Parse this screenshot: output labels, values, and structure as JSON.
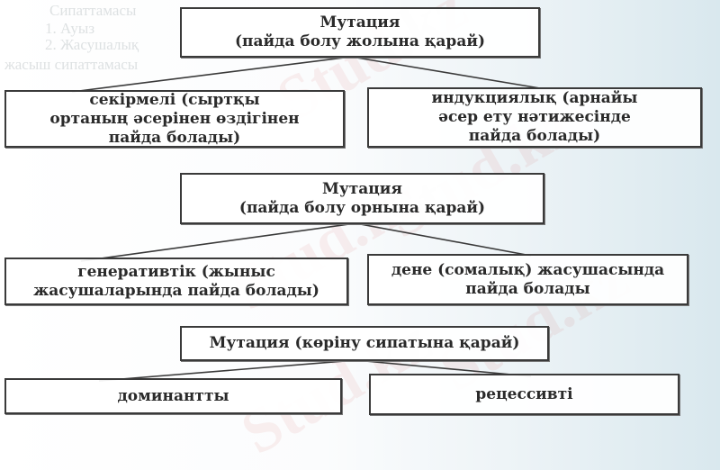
{
  "diagram": {
    "title": "Mutation classification tree",
    "levels": [
      {
        "root": {
          "line1": "Мутация",
          "line2": "(пайда болу жолына қарай)"
        },
        "children": [
          {
            "line1": "секірмелі (сыртқы",
            "line2": "ортаның әсерінен өздігінен",
            "line3": "пайда болады)"
          },
          {
            "line1": "индукциялық (арнайы",
            "line2": "әсер ету нәтижесінде",
            "line3": "пайда болады)"
          }
        ]
      },
      {
        "root": {
          "line1": "Мутация",
          "line2": "(пайда болу орнына қарай)"
        },
        "children": [
          {
            "line1": "генеративтік (жыныс",
            "line2": "жасушаларында пайда болады)"
          },
          {
            "line1": "дене (сомалық) жасушасында",
            "line2": "пайда болады"
          }
        ]
      },
      {
        "root": {
          "line1": "Мутация (көріну сипатына қарай)"
        },
        "children": [
          {
            "line1": "доминантты"
          },
          {
            "line1": "рецессивті"
          }
        ]
      }
    ]
  },
  "background_text": {
    "top_line_1": "Сипаттамасы",
    "top_line_2": "1. Ауыз",
    "top_line_3": "2. Жасушалық",
    "top_line_4": "жасыш сипаттамасы"
  },
  "watermark": "Stud.kz",
  "colors": {
    "border": "#3a3a3a",
    "text": "#2a2a2a",
    "background_tint": "#d9e8ee"
  }
}
